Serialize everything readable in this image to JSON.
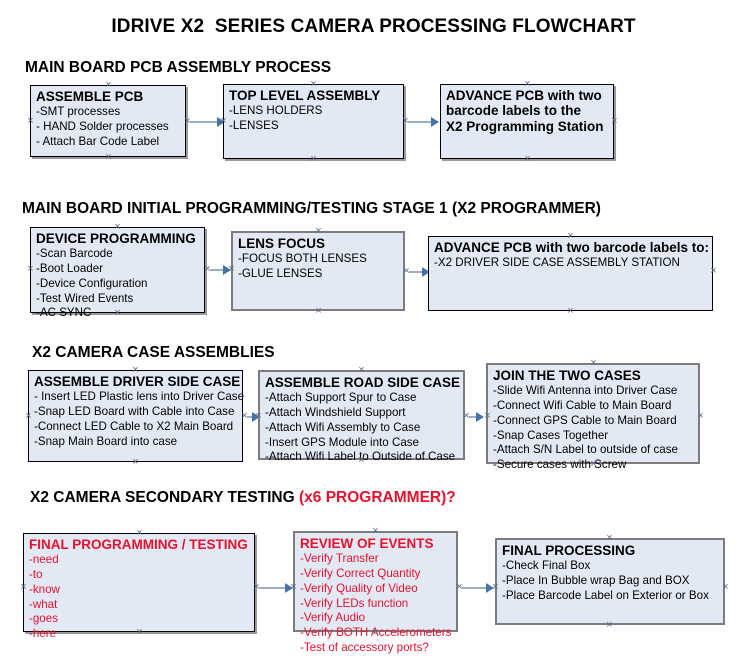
{
  "title": "IDRIVE X2  SERIES CAMERA PROCESSING FLOWCHART",
  "colors": {
    "node_fill": "#e2e9f4",
    "node_border": "#000000",
    "node_border_gray": "#7c7c7c",
    "accent_red": "#e8112d",
    "connector_line": "#9ab0c4",
    "arrow_head": "#4573a7",
    "text": "#000000"
  },
  "sections": [
    {
      "heading": "MAIN BOARD PCB ASSEMBLY PROCESS",
      "heading_red": "",
      "nodes": [
        {
          "title": "ASSEMBLE PCB",
          "lines": [
            "-SMT processes",
            "- HAND Solder processes",
            "- Attach Bar Code Label"
          ]
        },
        {
          "title": "TOP LEVEL ASSEMBLY",
          "lines": [
            "-LENS HOLDERS",
            "-LENSES"
          ]
        },
        {
          "title": "ADVANCE PCB with two",
          "lines": [
            "barcode labels to the",
            " X2 Programming Station"
          ]
        }
      ]
    },
    {
      "heading": "MAIN BOARD INITIAL PROGRAMMING/TESTING STAGE 1 (X2 PROGRAMMER)",
      "heading_red": "",
      "nodes": [
        {
          "title": "DEVICE PROGRAMMING",
          "lines": [
            "-Scan Barcode",
            "-Boot Loader",
            "-Device Configuration",
            "-Test Wired Events",
            "-AC SYNC"
          ]
        },
        {
          "title": "LENS FOCUS",
          "lines": [
            "-FOCUS BOTH LENSES",
            "-GLUE LENSES"
          ]
        },
        {
          "title": "ADVANCE PCB with two barcode labels to:",
          "lines": [
            "-X2 DRIVER  SIDE  CASE  ASSEMBLY STATION"
          ]
        }
      ]
    },
    {
      "heading": "X2 CAMERA CASE ASSEMBLIES",
      "heading_red": "",
      "nodes": [
        {
          "title": "ASSEMBLE DRIVER SIDE CASE",
          "lines": [
            "- Insert LED Plastic lens into Driver Case",
            "-Snap LED Board with Cable into Case",
            "-Connect LED Cable to X2 Main Board",
            "-Snap Main Board into case"
          ]
        },
        {
          "title": "ASSEMBLE ROAD SIDE CASE",
          "lines": [
            "-Attach Support Spur to Case",
            "-Attach Windshield Support",
            "-Attach Wifi Assembly to Case",
            "-Insert GPS Module into Case",
            "-Attach Wifi Label to Outside of Case"
          ]
        },
        {
          "title": "JOIN THE TWO CASES",
          "lines": [
            "-Slide Wifi Antenna into Driver Case",
            "-Connect Wifi Cable to Main Board",
            "-Connect GPS Cable to Main Board",
            "-Snap Cases Together",
            "-Attach S/N Label to outside of case",
            "-Secure cases with Screw"
          ]
        }
      ]
    },
    {
      "heading": "X2 CAMERA SECONDARY TESTING ",
      "heading_red": "(x6 PROGRAMMER)?",
      "nodes": [
        {
          "title": "FINAL PROGRAMMING / TESTING",
          "lines": [
            "-need",
            "-to",
            "-know",
            "-what",
            "-goes",
            "-here"
          ]
        },
        {
          "title": "REVIEW OF EVENTS",
          "lines": [
            "-Verify Transfer",
            "-Verify Correct Quantity",
            "-Verify Quality of Video",
            "-Verify LEDs function",
            "-Verify Audio",
            "-Verify BOTH Accelerometers",
            "-Test of accessory ports?"
          ]
        },
        {
          "title": "FINAL PROCESSING",
          "lines": [
            " -Check Final Box",
            "-Place In Bubble wrap Bag and BOX",
            "-Place Barcode Label on Exterior or Box"
          ]
        }
      ]
    }
  ]
}
